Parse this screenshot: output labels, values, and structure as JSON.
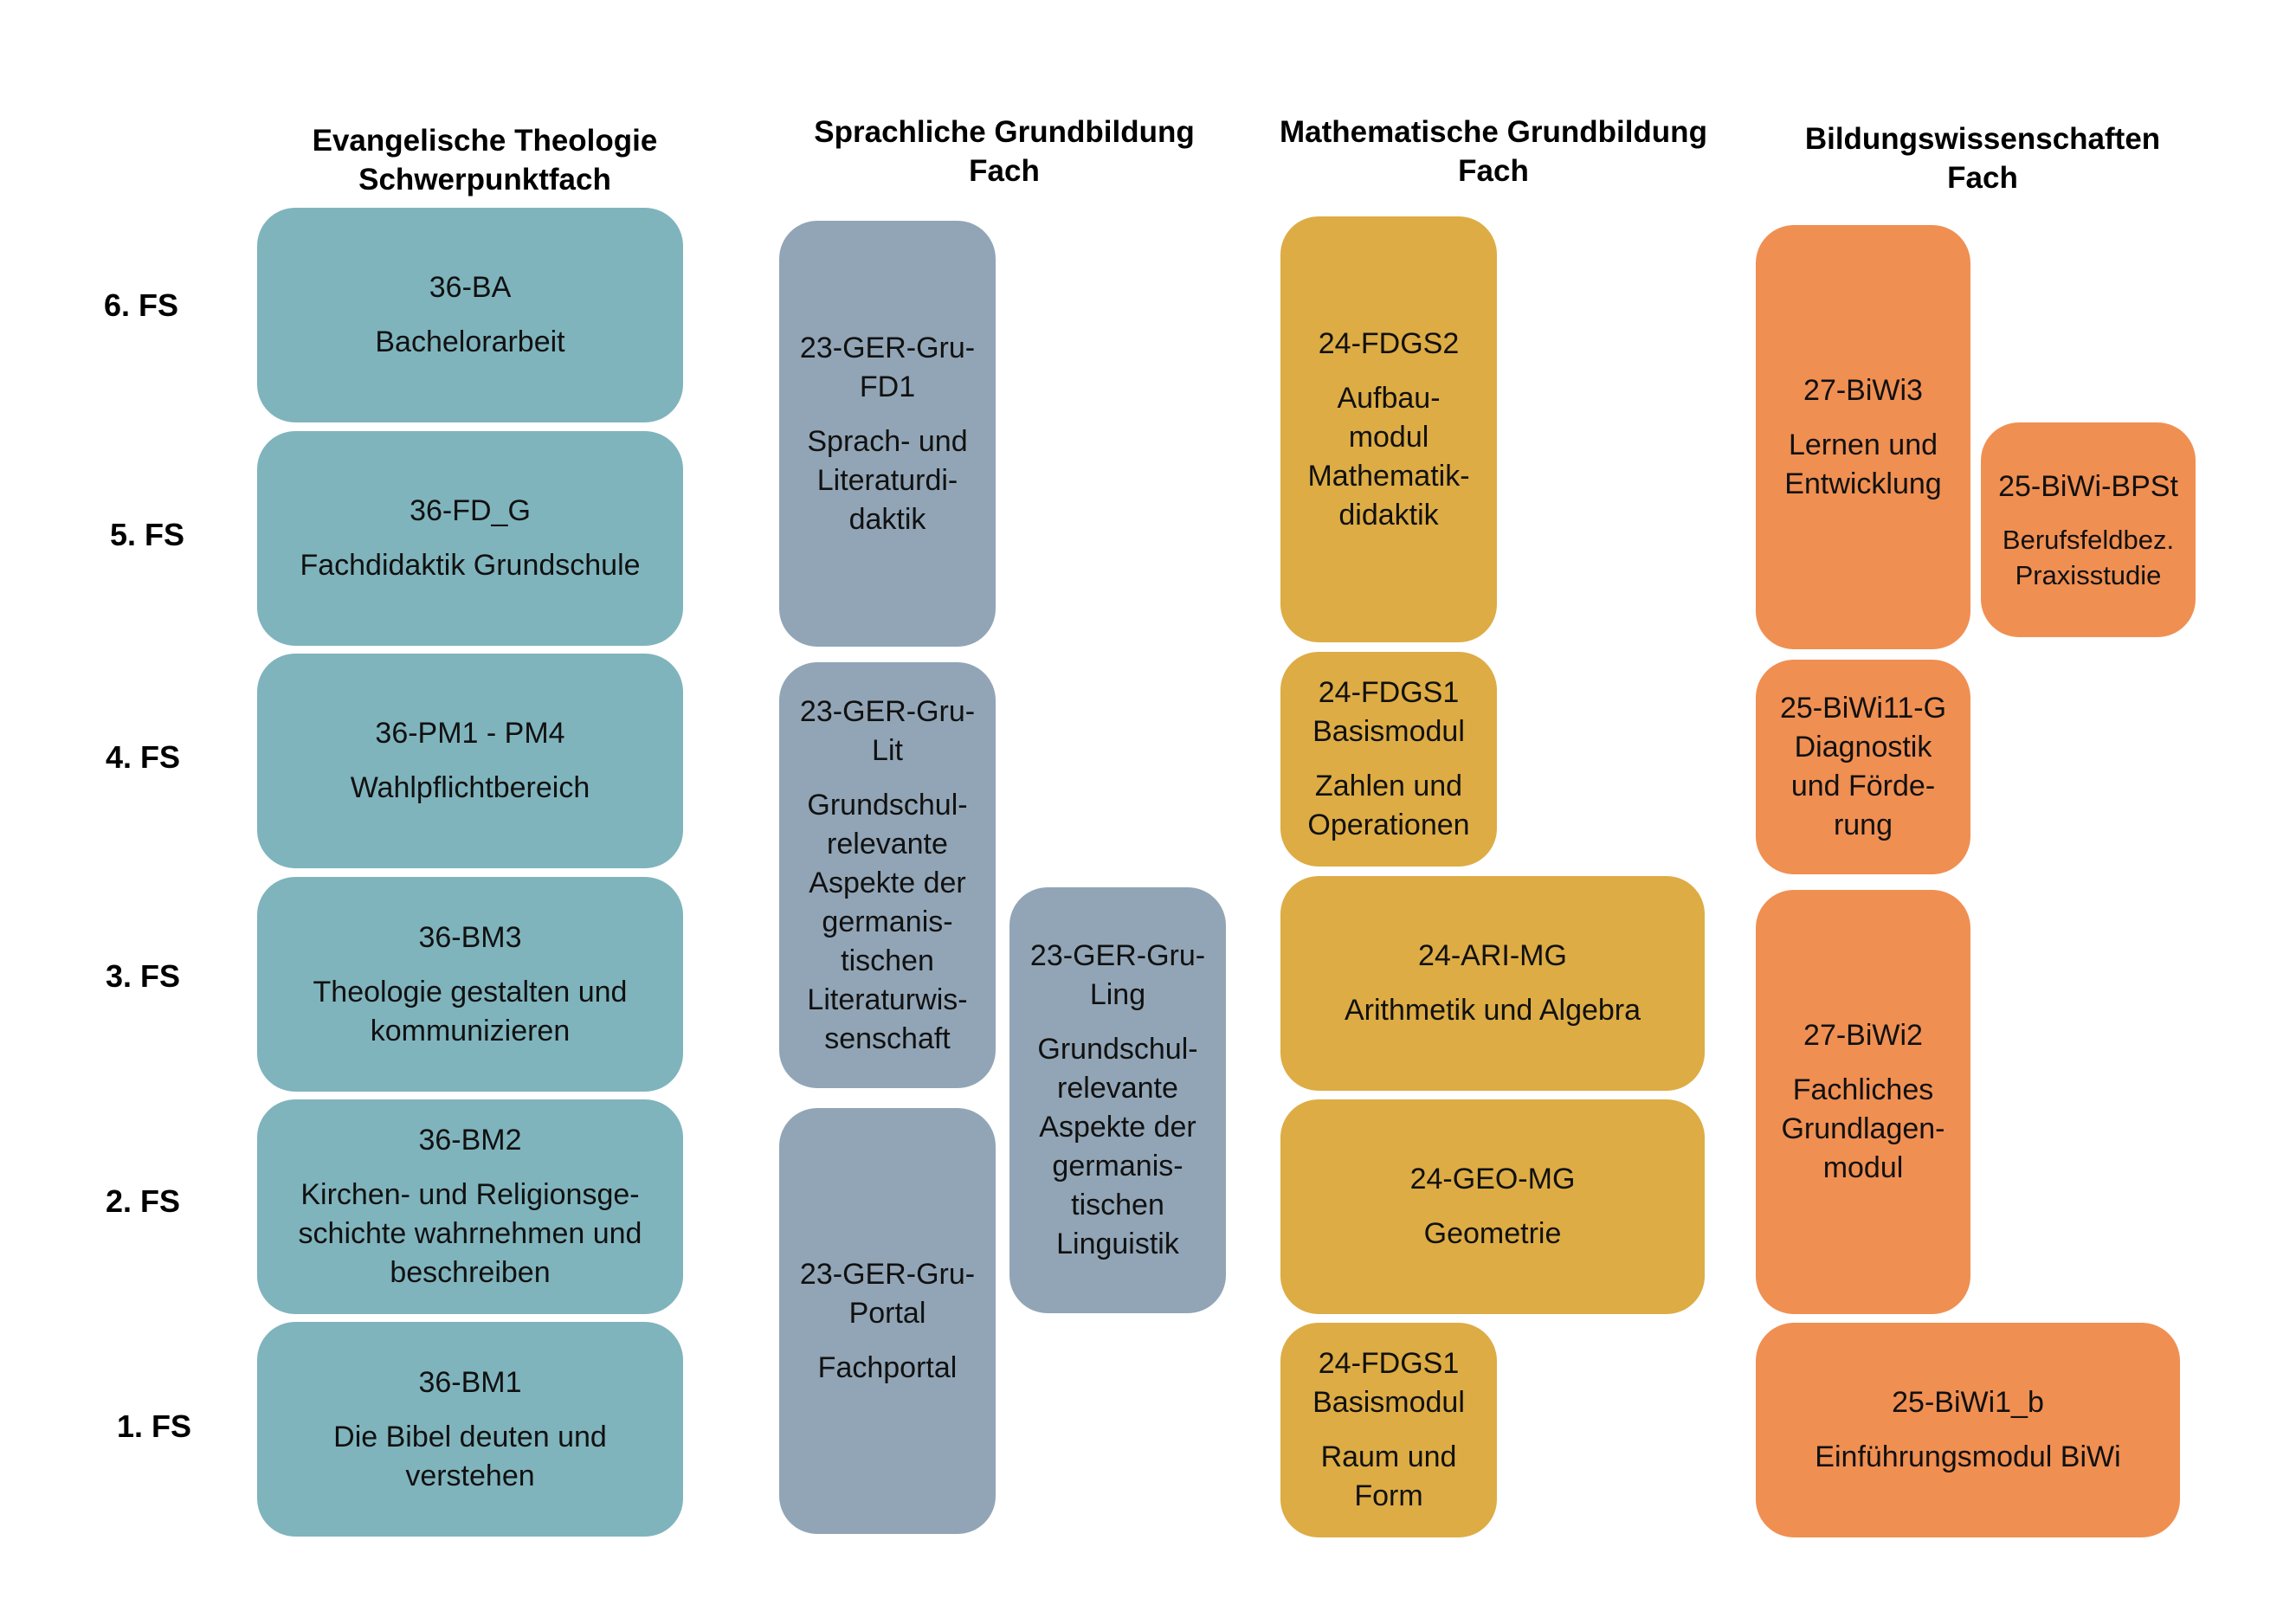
{
  "colors": {
    "theology": "#7fb4bd",
    "language": "#91a5b6",
    "math": "#ddac44",
    "education": "#f08f52"
  },
  "columns": [
    {
      "line1": "Evangelische Theologie",
      "line2": "Schwerpunktfach"
    },
    {
      "line1": "Sprachliche Grundbildung",
      "line2": "Fach"
    },
    {
      "line1": "Mathematische Grundbildung",
      "line2": "Fach"
    },
    {
      "line1": "Bildungswissenschaften",
      "line2": "Fach"
    }
  ],
  "semesters": [
    "6. FS",
    "5. FS",
    "4. FS",
    "3. FS",
    "2. FS",
    "1. FS"
  ],
  "modules": {
    "ba": {
      "code": "36-BA",
      "title": "Bachelorarbeit"
    },
    "fd_g": {
      "code": "36-FD_G",
      "title": "Fachdidaktik Grundschule"
    },
    "pm": {
      "code": "36-PM1 - PM4",
      "title": "Wahlpflichtbereich"
    },
    "bm3": {
      "code": "36-BM3",
      "title": [
        "Theologie gestalten und",
        "kommunizieren"
      ]
    },
    "bm2": {
      "code": "36-BM2",
      "title": [
        "Kirchen- und Religionsge-",
        "schichte wahrnehmen und",
        "beschreiben"
      ]
    },
    "bm1": {
      "code": "36-BM1",
      "title": [
        "Die Bibel deuten und",
        "verstehen"
      ]
    },
    "ger_fd1": {
      "code": [
        "23-GER-Gru-",
        "FD1"
      ],
      "title": [
        "Sprach- und",
        "Literaturdi-",
        "daktik"
      ]
    },
    "ger_lit": {
      "code": [
        "23-GER-Gru-",
        "Lit"
      ],
      "title": [
        "Grundschul-",
        "relevante",
        "Aspekte der",
        "germanis-",
        "tischen",
        "Literaturwis-",
        "senschaft"
      ]
    },
    "ger_portal": {
      "code": [
        "23-GER-Gru-",
        "Portal"
      ],
      "title": "Fachportal"
    },
    "ger_ling": {
      "code": [
        "23-GER-Gru-",
        "Ling"
      ],
      "title": [
        "Grundschul-",
        "relevante",
        "Aspekte der",
        "germanis-",
        "tischen",
        "Linguistik"
      ]
    },
    "fdgs2": {
      "code": "24-FDGS2",
      "title": [
        "Aufbau-",
        "modul",
        "Mathematik-",
        "didaktik"
      ]
    },
    "fdgs1_zahlen": {
      "code": [
        "24-FDGS1",
        "Basismodul"
      ],
      "title": [
        "Zahlen und",
        "Operationen"
      ]
    },
    "ari": {
      "code": "24-ARI-MG",
      "title": "Arithmetik und Algebra"
    },
    "geo": {
      "code": "24-GEO-MG",
      "title": "Geometrie"
    },
    "fdgs1_raum": {
      "code": [
        "24-FDGS1",
        "Basismodul"
      ],
      "title": [
        "Raum und",
        "Form"
      ]
    },
    "biwi3": {
      "code": "27-BiWi3",
      "title": [
        "Lernen und",
        "Entwicklung"
      ]
    },
    "bpst": {
      "code": "25-BiWi-BPSt",
      "title": [
        "Berufsfeldbez.",
        "Praxisstudie"
      ]
    },
    "biwi11": {
      "code": "25-BiWi11-G",
      "title": [
        "Diagnostik",
        "und Förde-",
        "rung"
      ]
    },
    "biwi2": {
      "code": "27-BiWi2",
      "title": [
        "Fachliches",
        "Grundlagen-",
        "modul"
      ]
    },
    "biwi1": {
      "code": "25-BiWi1_b",
      "title": "Einführungsmodul BiWi"
    }
  }
}
